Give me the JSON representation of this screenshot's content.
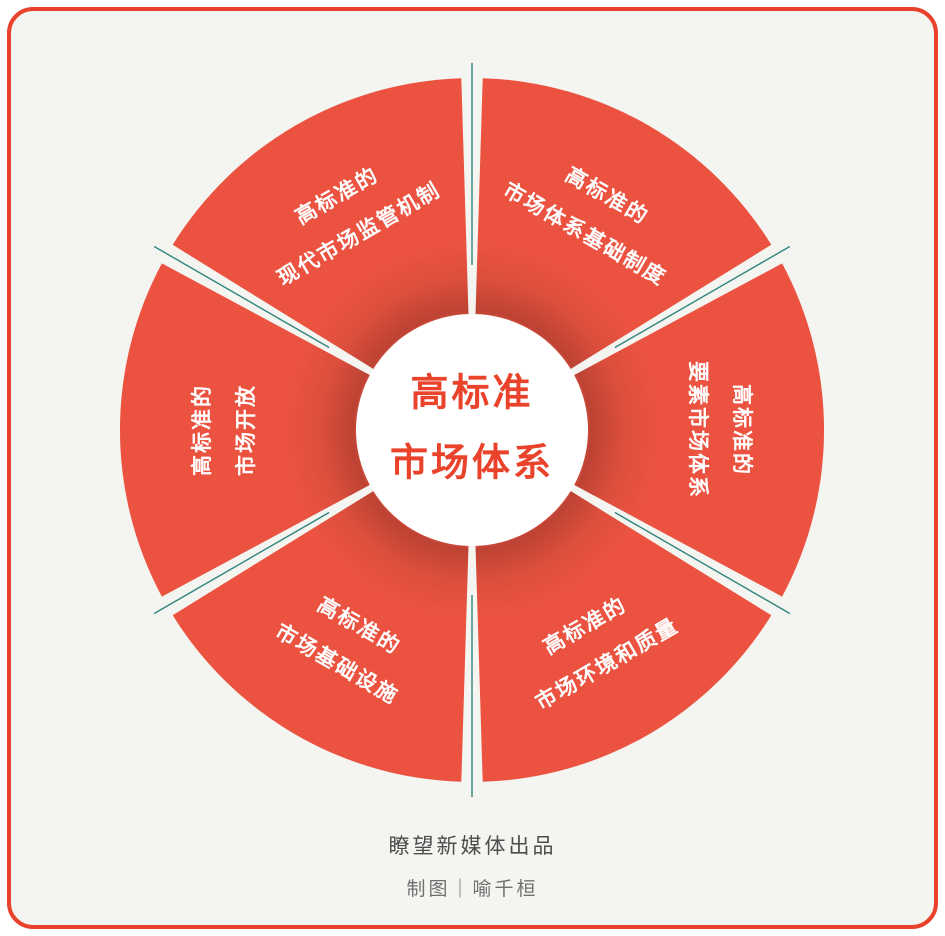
{
  "page": {
    "background": "#f4f4f1",
    "frame_border_color": "#e8422c"
  },
  "colors": {
    "wedge": "#eb5340",
    "center_circle": "#ffffff",
    "center_text": "#e9432c",
    "divider": "#1e7a72",
    "label_text": "#ffffff"
  },
  "center": {
    "line1": "高标准",
    "line2": "市场体系"
  },
  "wedges": [
    {
      "id": "top-right",
      "angle": 60,
      "rotation": 30,
      "line1": "高标准的",
      "line2": "市场体系基础制度"
    },
    {
      "id": "right",
      "angle": 0,
      "rotation": 90,
      "line1": "高标准的",
      "line2": "要素市场体系"
    },
    {
      "id": "bottom-right",
      "angle": 300,
      "rotation": -30,
      "line1": "高标准的",
      "line2": "市场环境和质量"
    },
    {
      "id": "bottom-left",
      "angle": 240,
      "rotation": 30,
      "line1": "高标准的",
      "line2": "市场基础设施"
    },
    {
      "id": "left",
      "angle": 180,
      "rotation": -90,
      "line1": "高标准的",
      "line2": "市场开放"
    },
    {
      "id": "top-left",
      "angle": 120,
      "rotation": -30,
      "line1": "高标准的",
      "line2": "现代市场监管机制"
    }
  ],
  "footer": {
    "line1": "瞭望新媒体出品",
    "line2": "制图｜喻千桓"
  }
}
